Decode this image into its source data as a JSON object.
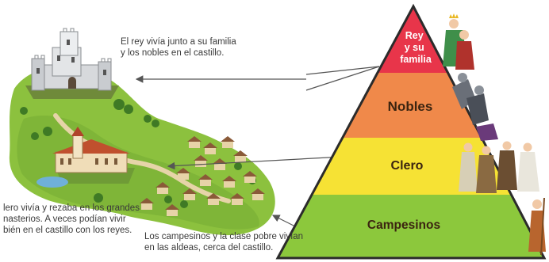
{
  "pyramid": {
    "tiers": [
      {
        "lines": [
          "Rey",
          "y su",
          "familia"
        ],
        "color": "#e8354a"
      },
      {
        "lines": [
          "Nobles"
        ],
        "color": "#f0894a"
      },
      {
        "lines": [
          "Clero"
        ],
        "color": "#f6e234"
      },
      {
        "lines": [
          "Campesinos"
        ],
        "color": "#8cc83c"
      }
    ]
  },
  "captions": {
    "king": [
      "El rey vivía junto a su familia",
      "y los nobles en el castillo."
    ],
    "clergy": [
      "lero vivía y rezaba en los grandes",
      "nasterios. A veces podían vivir",
      "bién en el castillo con los reyes."
    ],
    "peasants": [
      "Los campesinos y la clase pobre vivían",
      "en las aldeas, cerca del castillo."
    ]
  },
  "colors": {
    "outline": "#2b2b2b",
    "arrow": "#555555",
    "hill": "#8cc13e",
    "road": "#e6d4a8"
  }
}
